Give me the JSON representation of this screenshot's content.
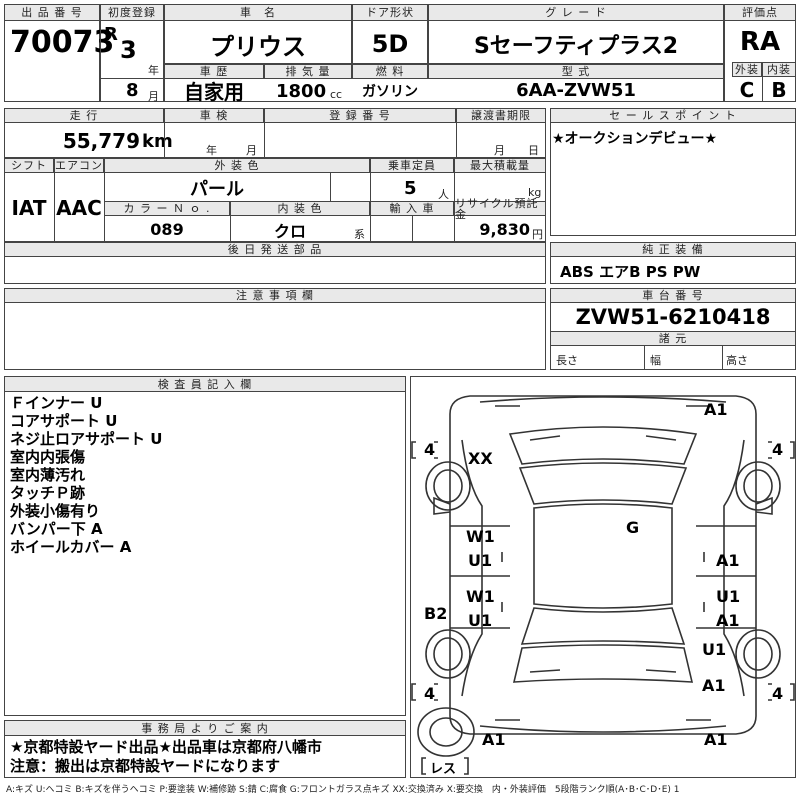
{
  "header": {
    "lot_label": "出 品 番 号",
    "lot_no": "70073",
    "first_reg_label": "初度登録",
    "era": "R",
    "reg_year": "3",
    "year_unit": "年",
    "reg_month": "8",
    "month_unit": "月",
    "name_label": "車　名",
    "name": "プリウス",
    "door_label": "ドア形状",
    "door": "5D",
    "grade_label": "グ レ ー ド",
    "grade": "Sセーフティプラス2",
    "score_label": "評価点",
    "score": "RA",
    "history_label": "車 歴",
    "history": "自家用",
    "displacement_label": "排 気 量",
    "displacement": "1800",
    "displacement_unit": "cc",
    "fuel_label": "燃 料",
    "fuel": "ガソリン",
    "model_label": "型 式",
    "model": "6AA-ZVW51",
    "ext_label": "外装",
    "ext": "C",
    "int_label": "内装",
    "int": "B"
  },
  "row2": {
    "mileage_label": "走 行",
    "mileage": "55,779",
    "mileage_unit": "km",
    "inspection_label": "車 検",
    "year_unit": "年",
    "month_unit": "月",
    "plate_label": "登 録 番 号",
    "transfer_label": "譲渡書期限",
    "month_unit2": "月",
    "day_unit": "日",
    "sales_label": "セ ー ル ス ポ イ ン ト",
    "sales_point": "★オークションデビュー★"
  },
  "row3": {
    "shift_label": "シフト",
    "shift": "IAT",
    "ac_label": "エアコン",
    "ac": "AAC",
    "color_label": "外 装 色",
    "color": "パール",
    "capacity_label": "乗車定員",
    "capacity": "5",
    "capacity_unit": "人",
    "load_label": "最大積載量",
    "load_unit": "kg",
    "color_no_label": "カ ラ ー Ｎ ｏ .",
    "color_no": "089",
    "int_color_label": "内 装 色",
    "int_color": "クロ",
    "int_color_unit": "系",
    "import_label": "輸 入 車",
    "recycle_label": "リサイクル預託金",
    "recycle": "9,830",
    "recycle_unit": "円"
  },
  "later_label": "後 日 発 送 部 品",
  "equip_label": "純 正 装 備",
  "equipment": "ABS エアB PS PW",
  "caution_label": "注 意 事 項 欄",
  "chassis_label": "車 台 番 号",
  "chassis": "ZVW51-6210418",
  "dims_label": "諸 元",
  "length_label": "長さ",
  "width_label": "幅",
  "height_label": "高さ",
  "inspector_label": "検 査 員 記 入 欄",
  "inspector_notes": [
    "Ｆインナー U",
    "コアサポート U",
    "ネジ止ロアサポート U",
    "室内内張傷",
    "室内薄汚れ",
    "タッチＰ跡",
    "外装小傷有り",
    "バンパー下 A",
    "ホイールカバー A"
  ],
  "office_label": "事 務 局 よ り ご 案 内",
  "office_lines": [
    "★京都特設ヤード出品★出品車は京都府八幡市",
    "注意：搬出は京都特設ヤードになります"
  ],
  "diagram": {
    "tires": [
      "4",
      "4",
      "4",
      "4"
    ],
    "marks": {
      "a1_top": "A1",
      "xx": "XX",
      "w1a": "W1",
      "u1a": "U1",
      "g": "G",
      "a1_r1": "A1",
      "w1b": "W1",
      "u1b": "U1",
      "u1_r": "U1",
      "a1_r2": "A1",
      "b2": "B2",
      "u1_r2": "U1",
      "a1_r3": "A1",
      "a1_bl": "A1",
      "a1_br": "A1"
    },
    "spare": "レス"
  },
  "footer": "A:キズ U:ヘコミ B:キズを伴うヘコミ P:要塗装 W:補修跡 S:錆 C:腐食 G:フロントガラス点キズ XX:交換済み X:要交換　内・外装評価　5段階ランク順(A･B･C･D･E) 1"
}
